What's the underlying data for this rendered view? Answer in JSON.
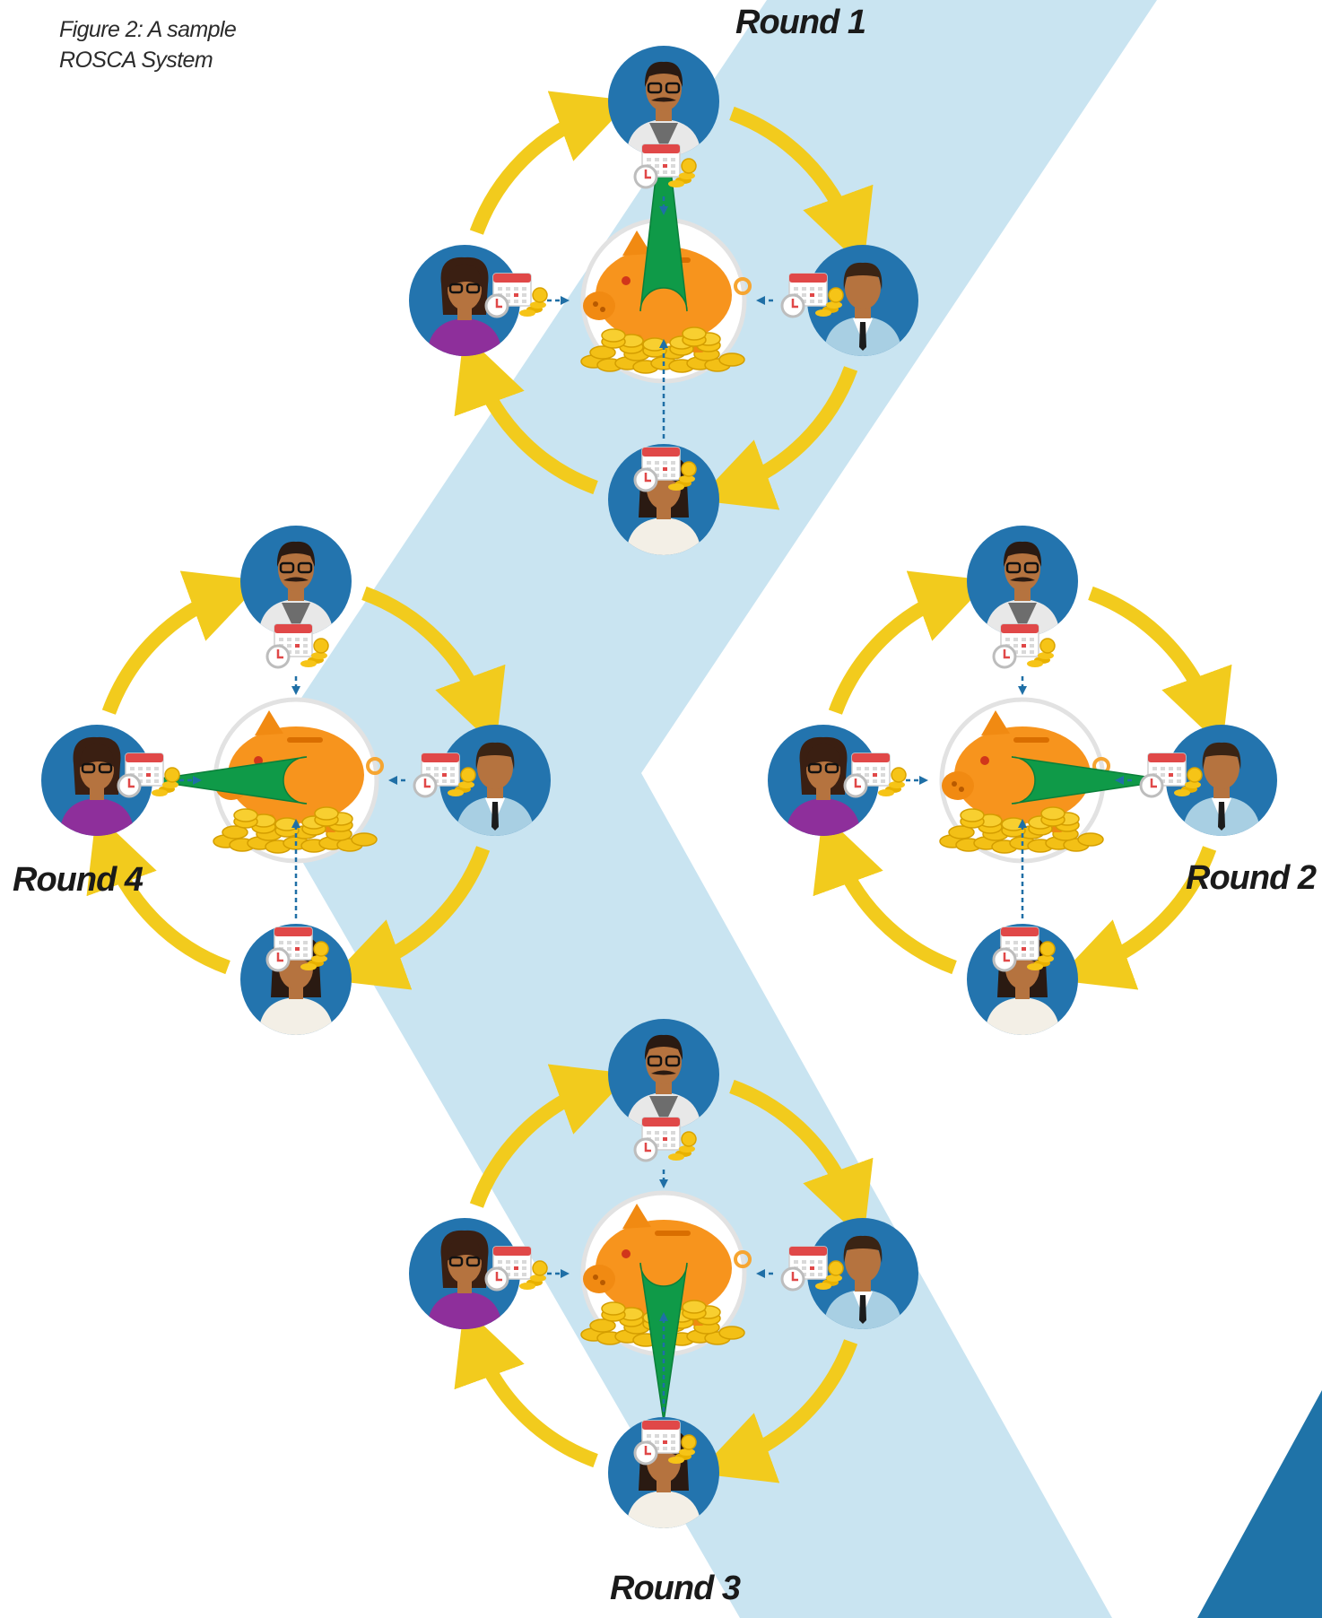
{
  "caption": {
    "line1": "Figure 2: A sample",
    "line2": "ROSCA System"
  },
  "colors": {
    "band": "#c9e4f1",
    "corner": "#1f73a8",
    "ring": "#f2cb1d",
    "avatar_bg": "#2374ae",
    "pig": "#f7941d",
    "pointer": "#0f9a48",
    "dashed_arrow": "#1f6fa6",
    "calendar_red": "#e04848"
  },
  "rounds": [
    {
      "label": "Round 1",
      "payout_to": "top"
    },
    {
      "label": "Round 2",
      "payout_to": "right"
    },
    {
      "label": "Round 3",
      "payout_to": "bottom"
    },
    {
      "label": "Round 4",
      "payout_to": "left"
    }
  ],
  "members": [
    {
      "id": "top",
      "icon": "man-with-glasses-mustache-icon"
    },
    {
      "id": "right",
      "icon": "man-in-suit-icon"
    },
    {
      "id": "bottom",
      "icon": "woman-icon"
    },
    {
      "id": "left",
      "icon": "woman-with-glasses-icon"
    }
  ],
  "icons": {
    "pot": "piggy-bank-icon",
    "contribution": "calendar-clock-coins-icon"
  }
}
